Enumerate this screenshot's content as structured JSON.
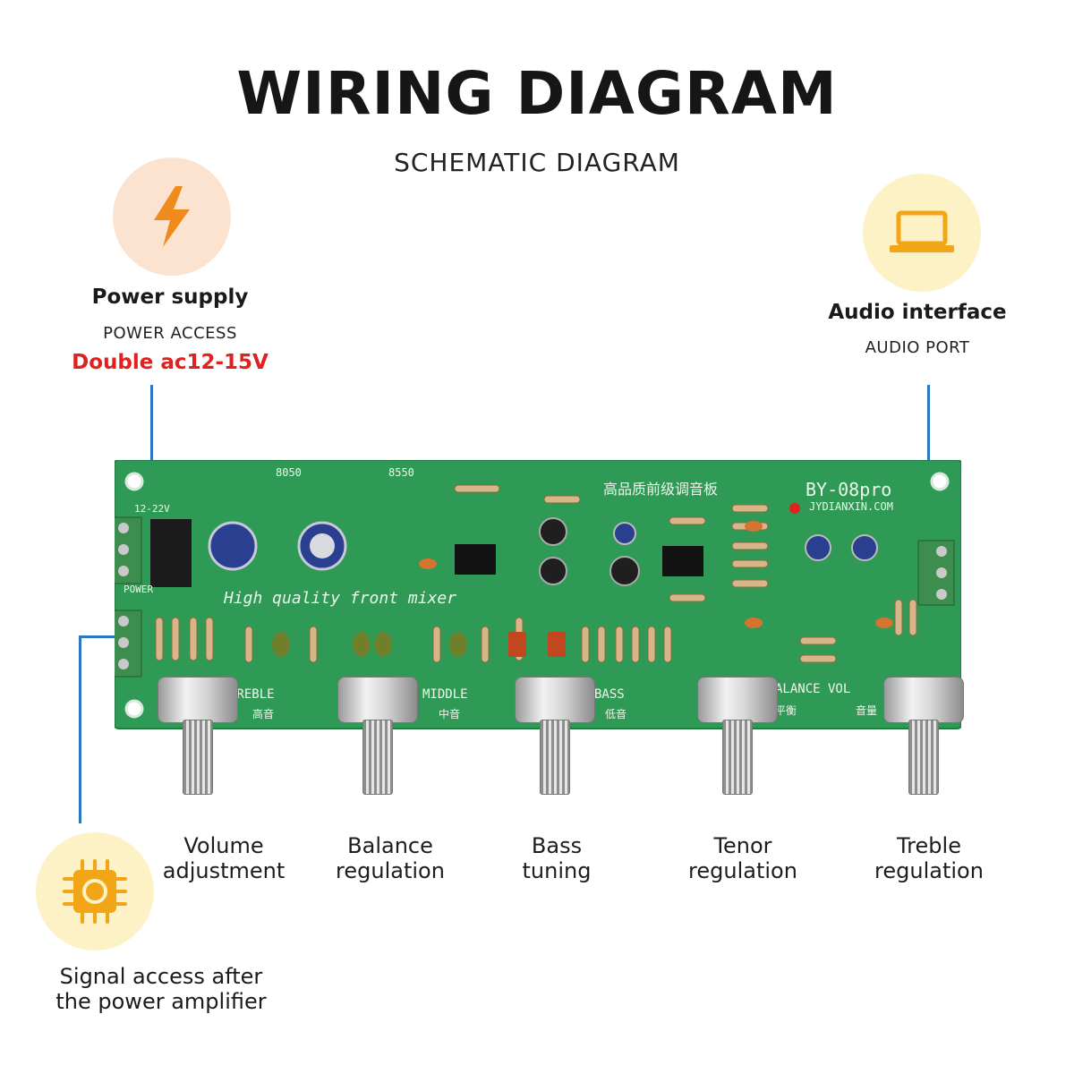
{
  "header": {
    "title": "WIRING DIAGRAM",
    "subtitle": "SCHEMATIC DIAGRAM"
  },
  "power": {
    "icon": "lightning-bolt-icon",
    "title": "Power supply",
    "subtitle": "POWER ACCESS",
    "spec": "Double ac12-15V",
    "spec_color": "#e0211f"
  },
  "audio": {
    "icon": "laptop-icon",
    "title": "Audio interface",
    "subtitle": "AUDIO PORT"
  },
  "signal": {
    "icon": "chip-icon",
    "title_line1": "Signal access after",
    "title_line2": "the power amplifier"
  },
  "knobs": [
    {
      "line1": "Volume",
      "line2": "adjustment"
    },
    {
      "line1": "Balance",
      "line2": "regulation"
    },
    {
      "line1": "Bass",
      "line2": "tuning"
    },
    {
      "line1": "Tenor",
      "line2": "regulation"
    },
    {
      "line1": "Treble",
      "line2": "regulation"
    }
  ],
  "board": {
    "model": "BY-08pro",
    "brand": "JYDIANXIN.COM",
    "chinese_title": "高品质前级调音板",
    "slogan": "High quality front mixer",
    "voltage": "12-22V",
    "power_label": "POWER",
    "transistor_1": "8050",
    "transistor_2": "8550",
    "silk_treble": "TREBLE",
    "silk_middle": "MIDDLE",
    "silk_bass": "BASS",
    "silk_balance_vol": "ALANCE VOL",
    "cn_treble": "高音",
    "cn_middle": "中音",
    "cn_bass": "低音",
    "cn_balance": "平衡",
    "cn_volume": "音量"
  },
  "colors": {
    "accent_line": "#2b76c5",
    "board_green": "#2e9a55",
    "power_circle": "#fbe3cf",
    "audio_circle": "#fdf2c6",
    "signal_circle": "#fdf2c6"
  }
}
